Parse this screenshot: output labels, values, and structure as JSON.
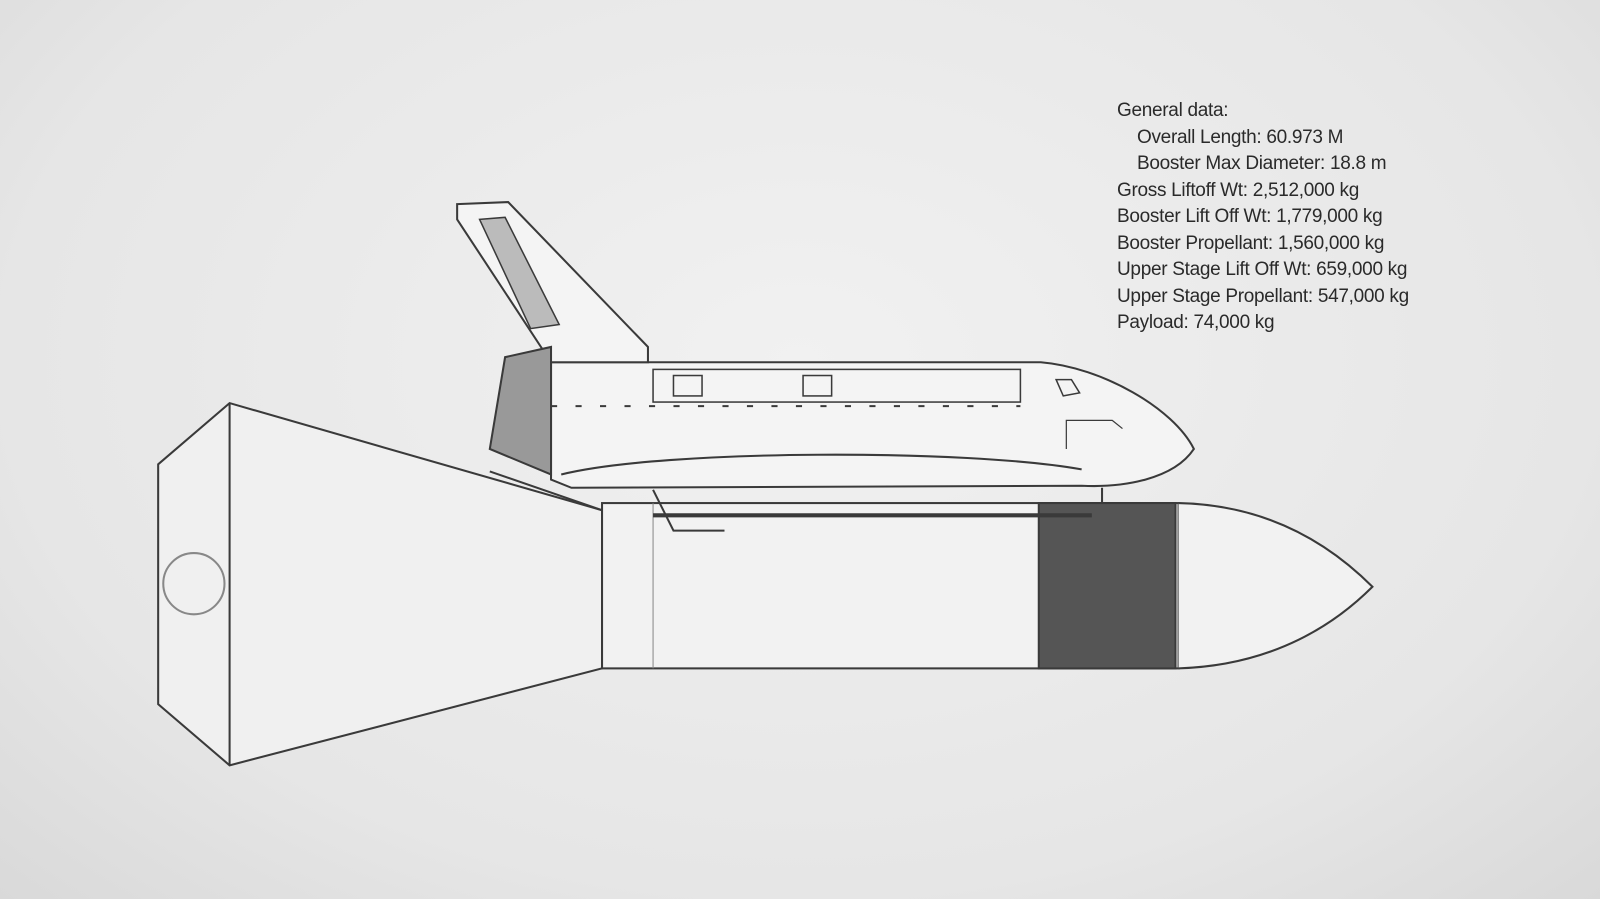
{
  "specs": {
    "heading": "General data:",
    "overall_length": "Overall Length: 60.973 M",
    "booster_max_diameter": "Booster Max Diameter: 18.8 m",
    "gross_liftoff_wt": "Gross Liftoff Wt: 2,512,000 kg",
    "booster_liftoff_wt": "Booster Lift Off Wt: 1,779,000 kg",
    "booster_propellant": "Booster Propellant: 1,560,000 kg",
    "upper_stage_liftoff_wt": "Upper Stage Lift Off Wt: 659,000 kg",
    "upper_stage_propellant": "Upper Stage Propellant: 547,000 kg",
    "payload": "Payload: 74,000 kg"
  },
  "colors": {
    "line": "#3a3a3a",
    "hatch": "#444444",
    "background": "#e9e9e9"
  }
}
